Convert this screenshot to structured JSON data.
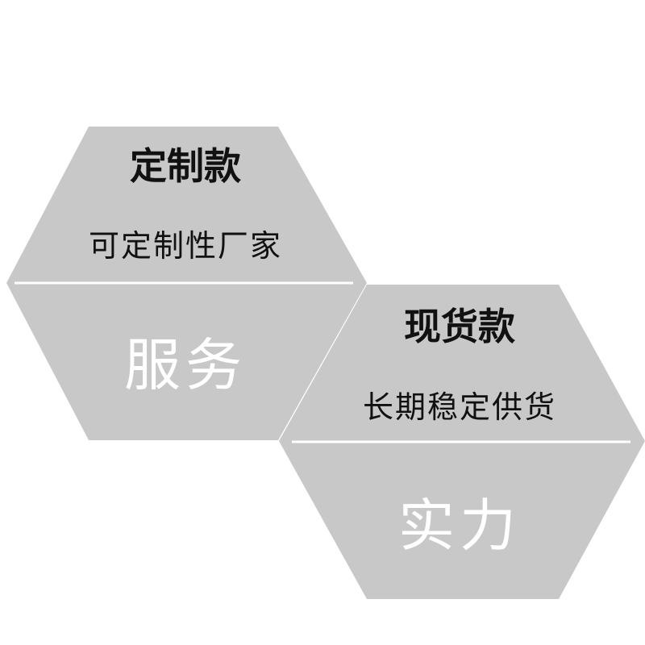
{
  "colors": {
    "hexagon_fill": "#c8c8c8",
    "divider": "#ffffff",
    "title_text": "#111111",
    "big_text": "#ffffff"
  },
  "hex_left": {
    "title": "定制款",
    "subtitle": "可定制性厂家",
    "big_label": "服务"
  },
  "hex_right": {
    "title": "现货款",
    "subtitle": "长期稳定供货",
    "big_label": "实力"
  }
}
